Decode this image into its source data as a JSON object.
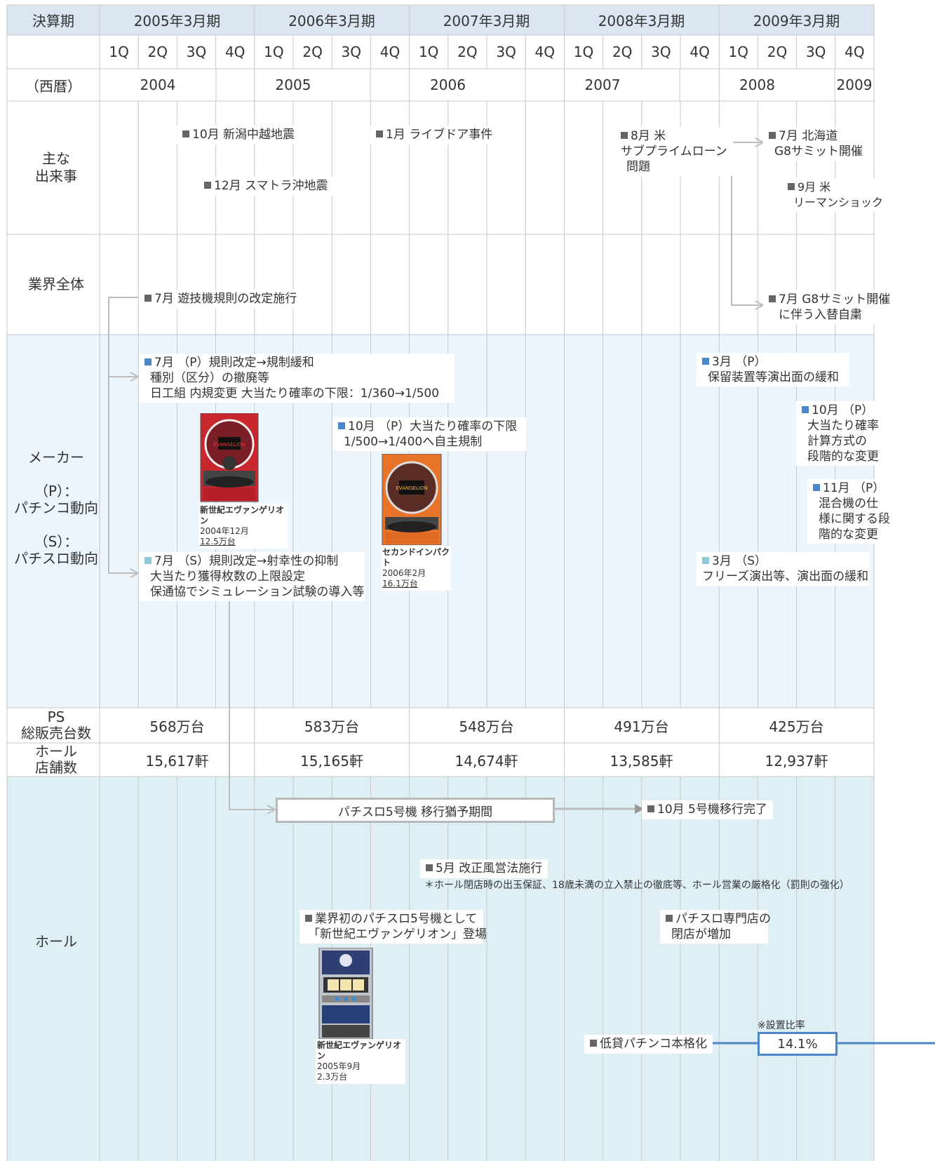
{
  "header": {
    "settlement_label": "決算期",
    "periods": [
      "2005年3月期",
      "2006年3月期",
      "2007年3月期",
      "2008年3月期",
      "2009年3月期"
    ],
    "quarters": [
      "1Q",
      "2Q",
      "3Q",
      "4Q"
    ],
    "year_label": "（西暦）",
    "years": [
      "2004",
      "2005",
      "2006",
      "2007",
      "2008",
      "2009"
    ]
  },
  "rows": {
    "events_label_1": "主な",
    "events_label_2": "出来事",
    "industry_label": "業界全体",
    "maker_label_1": "メーカー",
    "maker_label_2": "（P）：",
    "maker_label_3": "パチンコ動向",
    "maker_label_4": "（S）：",
    "maker_label_5": "パチスロ動向",
    "ps_label_1": "PS",
    "ps_label_2": "総販売台数",
    "hall_count_label_1": "ホール",
    "hall_count_label_2": "店舗数",
    "hall_label": "ホール"
  },
  "ps_sales": [
    "568万台",
    "583万台",
    "548万台",
    "491万台",
    "425万台"
  ],
  "hall_counts": [
    "15,617軒",
    "15,165軒",
    "14,674軒",
    "13,585軒",
    "12,937軒"
  ],
  "events": {
    "e1": "10月 新潟中越地震",
    "e2": "12月 スマトラ沖地震",
    "e3": "1月 ライブドア事件",
    "e4_1": "8月 米",
    "e4_2": "サブプライムローン",
    "e4_3": "問題",
    "e5_1": "7月 北海道",
    "e5_2": "G8サミット開催",
    "e6_1": "9月 米",
    "e6_2": "リーマンショック"
  },
  "industry": {
    "i1": "7月 遊技機規則の改定施行",
    "i2_1": "7月 G8サミット開催",
    "i2_2": "に伴う入替自粛"
  },
  "maker": {
    "p1_1": "7月 （P）規則改定→規制緩和",
    "p1_2": "種別（区分）の撤廃等",
    "p1_3": "日工組 内規変更 大当たり確率の下限：1/360→1/500",
    "p2_1": "10月 （P）大当たり確率の下限",
    "p2_2": "1/500→1/400へ自主規制",
    "p3_1": "3月 （P）",
    "p3_2": "保留装置等演出面の緩和",
    "p4_1": "10月 （P）",
    "p4_2": "大当たり確率",
    "p4_3": "計算方式の",
    "p4_4": "段階的な変更",
    "p5_1": "11月 （P）",
    "p5_2": "混合機の仕",
    "p5_3": "様に関する段",
    "p5_4": "階的な変更",
    "s1_1": "7月 （S）規則改定→射幸性の抑制",
    "s1_2": "大当たり獲得枚数の上限設定",
    "s1_3": "保通協でシミュレーション試験の導入等",
    "s2_1": "3月 （S）",
    "s2_2": "フリーズ演出等、演出面の緩和",
    "machine1_name": "新世紀エヴァンゲリオン",
    "machine1_date": "2004年12月",
    "machine1_units": "12.5万台",
    "machine2_name": "セカンドインパクト",
    "machine2_date": "2006年2月",
    "machine2_units": "16.1万台",
    "machine1_logo": "EVANGELION",
    "machine2_logo": "EVANGELION"
  },
  "hall": {
    "transition": "パチスロ5号機 移行猶予期間",
    "transition_done": "10月 5号機移行完了",
    "law_1": "5月 改正風営法施行",
    "law_2": "＊ホール閉店時の出玉保証、18歳未満の立入禁止の徹底等、ホール営業の厳格化（罰則の強化）",
    "first5_1": "業界初のパチスロ5号機として",
    "first5_2": "「新世紀エヴァンゲリオン」登場",
    "closures_1": "パチスロ専門店の",
    "closures_2": "閉店が増加",
    "lowrate": "低貸パチンコ本格化",
    "ratio_note": "※設置比率",
    "ratio_value": "14.1%",
    "machine3_name": "新世紀エヴァンゲリオン",
    "machine3_date": "2005年9月",
    "machine3_units": "2.3万台"
  },
  "colors": {
    "header_bg": "#dce6f2",
    "maker_bg": "#edf5fc",
    "hall_bg": "#deeff5",
    "grid": "#c8c8c8",
    "accent_blue": "#4a86c8",
    "light_blue": "#8fc8d9",
    "gray_bullet": "#666666"
  }
}
